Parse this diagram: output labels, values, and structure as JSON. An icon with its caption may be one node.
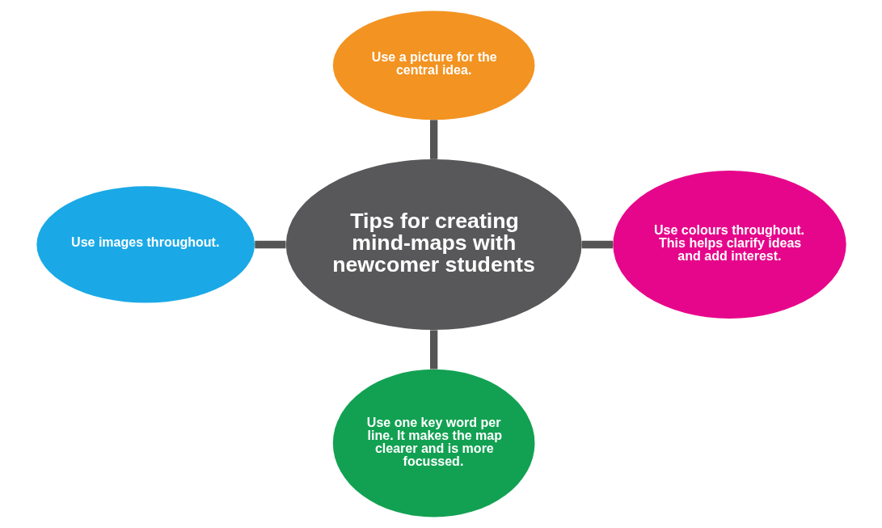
{
  "diagram": {
    "nodes": [
      {
        "text": [
          "Use a picture for the central idea."
        ]
      },
      {
        "text": [
          "Use images throughout."
        ]
      },
      {
        "text": [
          "Tips for creating mind-maps with newcomer students"
        ]
      },
      {
        "text": [
          "Use colours throughout. This helps clarify ideas and add interest."
        ]
      },
      {
        "text": [
          "Use one key word per line. It makes the map clearer and is more focussed."
        ]
      }
    ],
    "edges": [
      {
        "from": 2,
        "to": 0,
        "arrow": "none"
      },
      {
        "from": 2,
        "to": 1,
        "arrow": "none"
      },
      {
        "from": 2,
        "to": 3,
        "arrow": "none"
      },
      {
        "from": 2,
        "to": 4,
        "arrow": "none"
      }
    ]
  }
}
